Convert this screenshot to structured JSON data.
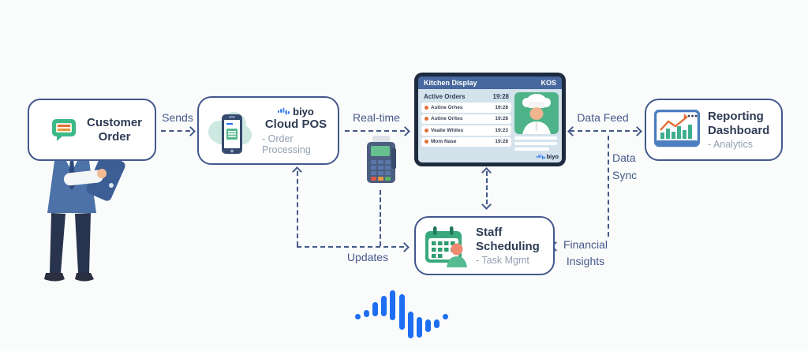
{
  "nodes": {
    "customer_order": {
      "title": "Customer Order"
    },
    "cloud_pos": {
      "brand": "biyo",
      "title": "Cloud POS",
      "subtitle": "- Order Processing"
    },
    "reporting": {
      "title": "Reporting Dashboard",
      "subtitle": "- Analytics"
    },
    "staff": {
      "title": "Staff Scheduling",
      "subtitle": "- Task Mgmt"
    }
  },
  "arrows": {
    "sends": "Sends",
    "real_time": "Real-time",
    "data_feed": "Data Feed",
    "data_sync": "Data Sync",
    "financial_insights": "Financial Insights",
    "updates": "Updates"
  },
  "kds": {
    "title": "Kitchen Display",
    "badge": "KOS",
    "list_title": "Active Orders",
    "list_time": "19:28",
    "orders": [
      {
        "name": "Astine Orhes",
        "time": "19:28"
      },
      {
        "name": "Astine Orites",
        "time": "19:28"
      },
      {
        "name": "Vealie Whiles",
        "time": "19:23"
      },
      {
        "name": "Mom Nase",
        "time": "19:28"
      }
    ],
    "brand": "biyo"
  },
  "colors": {
    "node_border": "#42598c",
    "arrow": "#44598a",
    "title_text": "#2e3c55",
    "subtitle_text": "#94a0b2",
    "kds_bezel": "#1e2b3f",
    "kds_header": "#47689e",
    "kds_screen": "#d4e2ec",
    "order_dot": "#e2703a",
    "chef_card_green": "#4fb389",
    "brand_wave_blue": "#1d6ef2",
    "bubble_green": "#3cb98a"
  }
}
